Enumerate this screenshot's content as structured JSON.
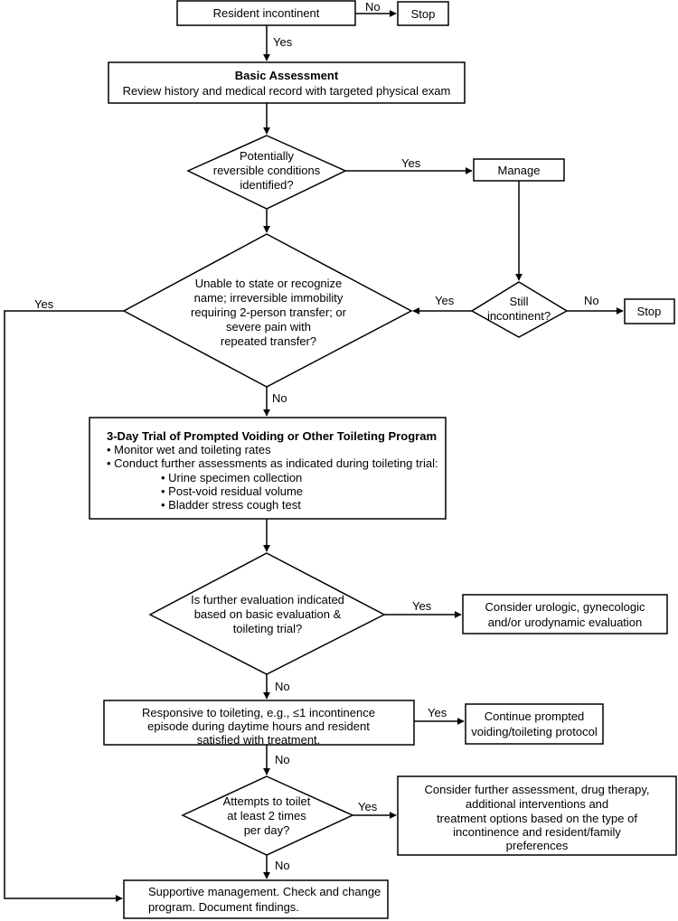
{
  "nodes": {
    "resident_incontinent": "Resident incontinent",
    "stop_top": "Stop",
    "basic_title": "Basic Assessment",
    "basic_body": "Review history and medical record with targeted physical exam",
    "reversible": [
      "Potentially",
      "reversible conditions",
      "identified?"
    ],
    "manage": "Manage",
    "unable": [
      "Unable to state or recognize",
      "name; irreversible immobility",
      "requiring 2-person transfer; or",
      "severe pain with",
      "repeated transfer?"
    ],
    "still": [
      "Still",
      "incontinent?"
    ],
    "stop_mid": "Stop",
    "trial_title": "3-Day Trial of Prompted Voiding or Other Toileting Program",
    "trial_items": [
      "• Monitor wet and toileting rates",
      "• Conduct further assessments as indicated during toileting trial:"
    ],
    "trial_subitems": [
      "• Urine specimen collection",
      "• Post-void residual volume",
      "• Bladder stress cough test"
    ],
    "further": [
      "Is further evaluation indicated",
      "based on basic evaluation &",
      "toileting trial?"
    ],
    "urologic": [
      "Consider urologic, gynecologic",
      "and/or urodynamic evaluation"
    ],
    "responsive": [
      "Responsive to toileting, e.g., ≤1 incontinence",
      "episode during daytime hours and resident",
      "satisfied with treatment."
    ],
    "continue": [
      "Continue prompted",
      "voiding/toileting protocol"
    ],
    "attempts": [
      "Attempts to toilet",
      "at least 2 times",
      "per day?"
    ],
    "consider_further": [
      "Consider further assessment, drug therapy,",
      "additional interventions and",
      "treatment options based on the type of",
      "incontinence and resident/family",
      "preferences"
    ],
    "supportive": [
      "Supportive management. Check and change",
      "program. Document findings."
    ]
  },
  "edge_labels": {
    "no_1": "No",
    "yes_1": "Yes",
    "yes_2": "Yes",
    "yes_3": "Yes",
    "no_2": "No",
    "yes_left": "Yes",
    "no_3": "No",
    "yes_4": "Yes",
    "no_4": "No",
    "yes_5": "Yes",
    "no_5": "No",
    "yes_6": "Yes",
    "no_6": "No"
  }
}
